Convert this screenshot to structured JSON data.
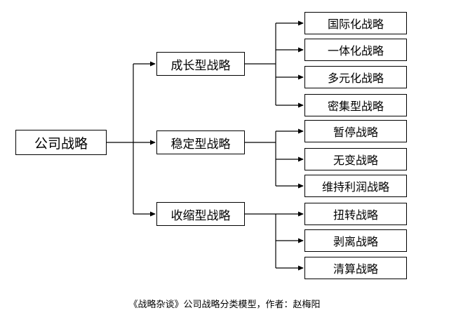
{
  "root": {
    "label": "公司战略"
  },
  "groups": [
    {
      "label": "成长型战略",
      "children": [
        "国际化战略",
        "一体化战略",
        "多元化战略",
        "密集型战略"
      ]
    },
    {
      "label": "稳定型战略",
      "children": [
        "暂停战略",
        "无变战略",
        "维持利润战略"
      ]
    },
    {
      "label": "收缩型战略",
      "children": [
        "扭转战略",
        "剥离战略",
        "清算战略"
      ]
    }
  ],
  "caption": "《战略杂谈》公司战略分类模型，作者：赵梅阳"
}
